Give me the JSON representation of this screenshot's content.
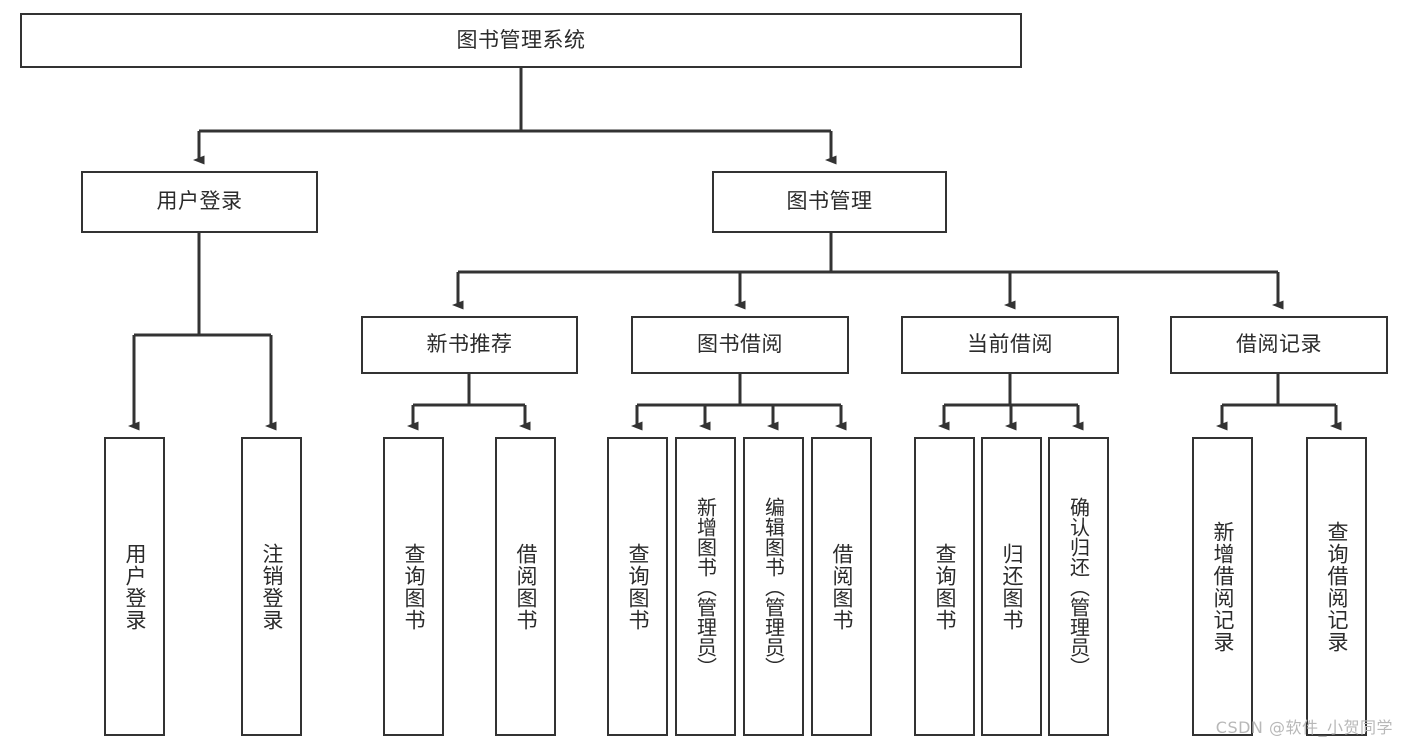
{
  "diagram": {
    "type": "tree-hierarchy",
    "title": "图书管理系统",
    "root": {
      "id": "root",
      "label": "图书管理系统"
    },
    "level2": [
      {
        "id": "user-login",
        "label": "用户登录"
      },
      {
        "id": "book-manage",
        "label": "图书管理"
      }
    ],
    "level3": [
      {
        "id": "new-book-recommend",
        "label": "新书推荐",
        "parent": "book-manage"
      },
      {
        "id": "book-borrow",
        "label": "图书借阅",
        "parent": "book-manage"
      },
      {
        "id": "current-borrow",
        "label": "当前借阅",
        "parent": "book-manage"
      },
      {
        "id": "borrow-record",
        "label": "借阅记录",
        "parent": "book-manage"
      }
    ],
    "leaves": {
      "user_login": [
        {
          "id": "leaf-user-login",
          "label": "用户登录"
        },
        {
          "id": "leaf-user-logout",
          "label": "注销登录"
        }
      ],
      "new_book_recommend": [
        {
          "id": "leaf-query-book-1",
          "label": "查询图书"
        },
        {
          "id": "leaf-borrow-book-1",
          "label": "借阅图书"
        }
      ],
      "book_borrow": [
        {
          "id": "leaf-query-book-2",
          "label": "查询图书"
        },
        {
          "id": "leaf-add-book",
          "label": "新增图书（管理员）"
        },
        {
          "id": "leaf-edit-book",
          "label": "编辑图书（管理员）"
        },
        {
          "id": "leaf-borrow-book-2",
          "label": "借阅图书"
        }
      ],
      "current_borrow": [
        {
          "id": "leaf-query-book-3",
          "label": "查询图书"
        },
        {
          "id": "leaf-return-book",
          "label": "归还图书"
        },
        {
          "id": "leaf-confirm-return",
          "label": "确认归还（管理员）"
        }
      ],
      "borrow_record": [
        {
          "id": "leaf-add-record",
          "label": "新增借阅记录"
        },
        {
          "id": "leaf-query-record",
          "label": "查询借阅记录"
        }
      ]
    },
    "colors": {
      "stroke": "#333333",
      "text": "#2b2b2b",
      "background": "#ffffff",
      "watermark": "#b8b8b8"
    }
  },
  "watermark": {
    "text": "CSDN @软件_小贺同学"
  }
}
